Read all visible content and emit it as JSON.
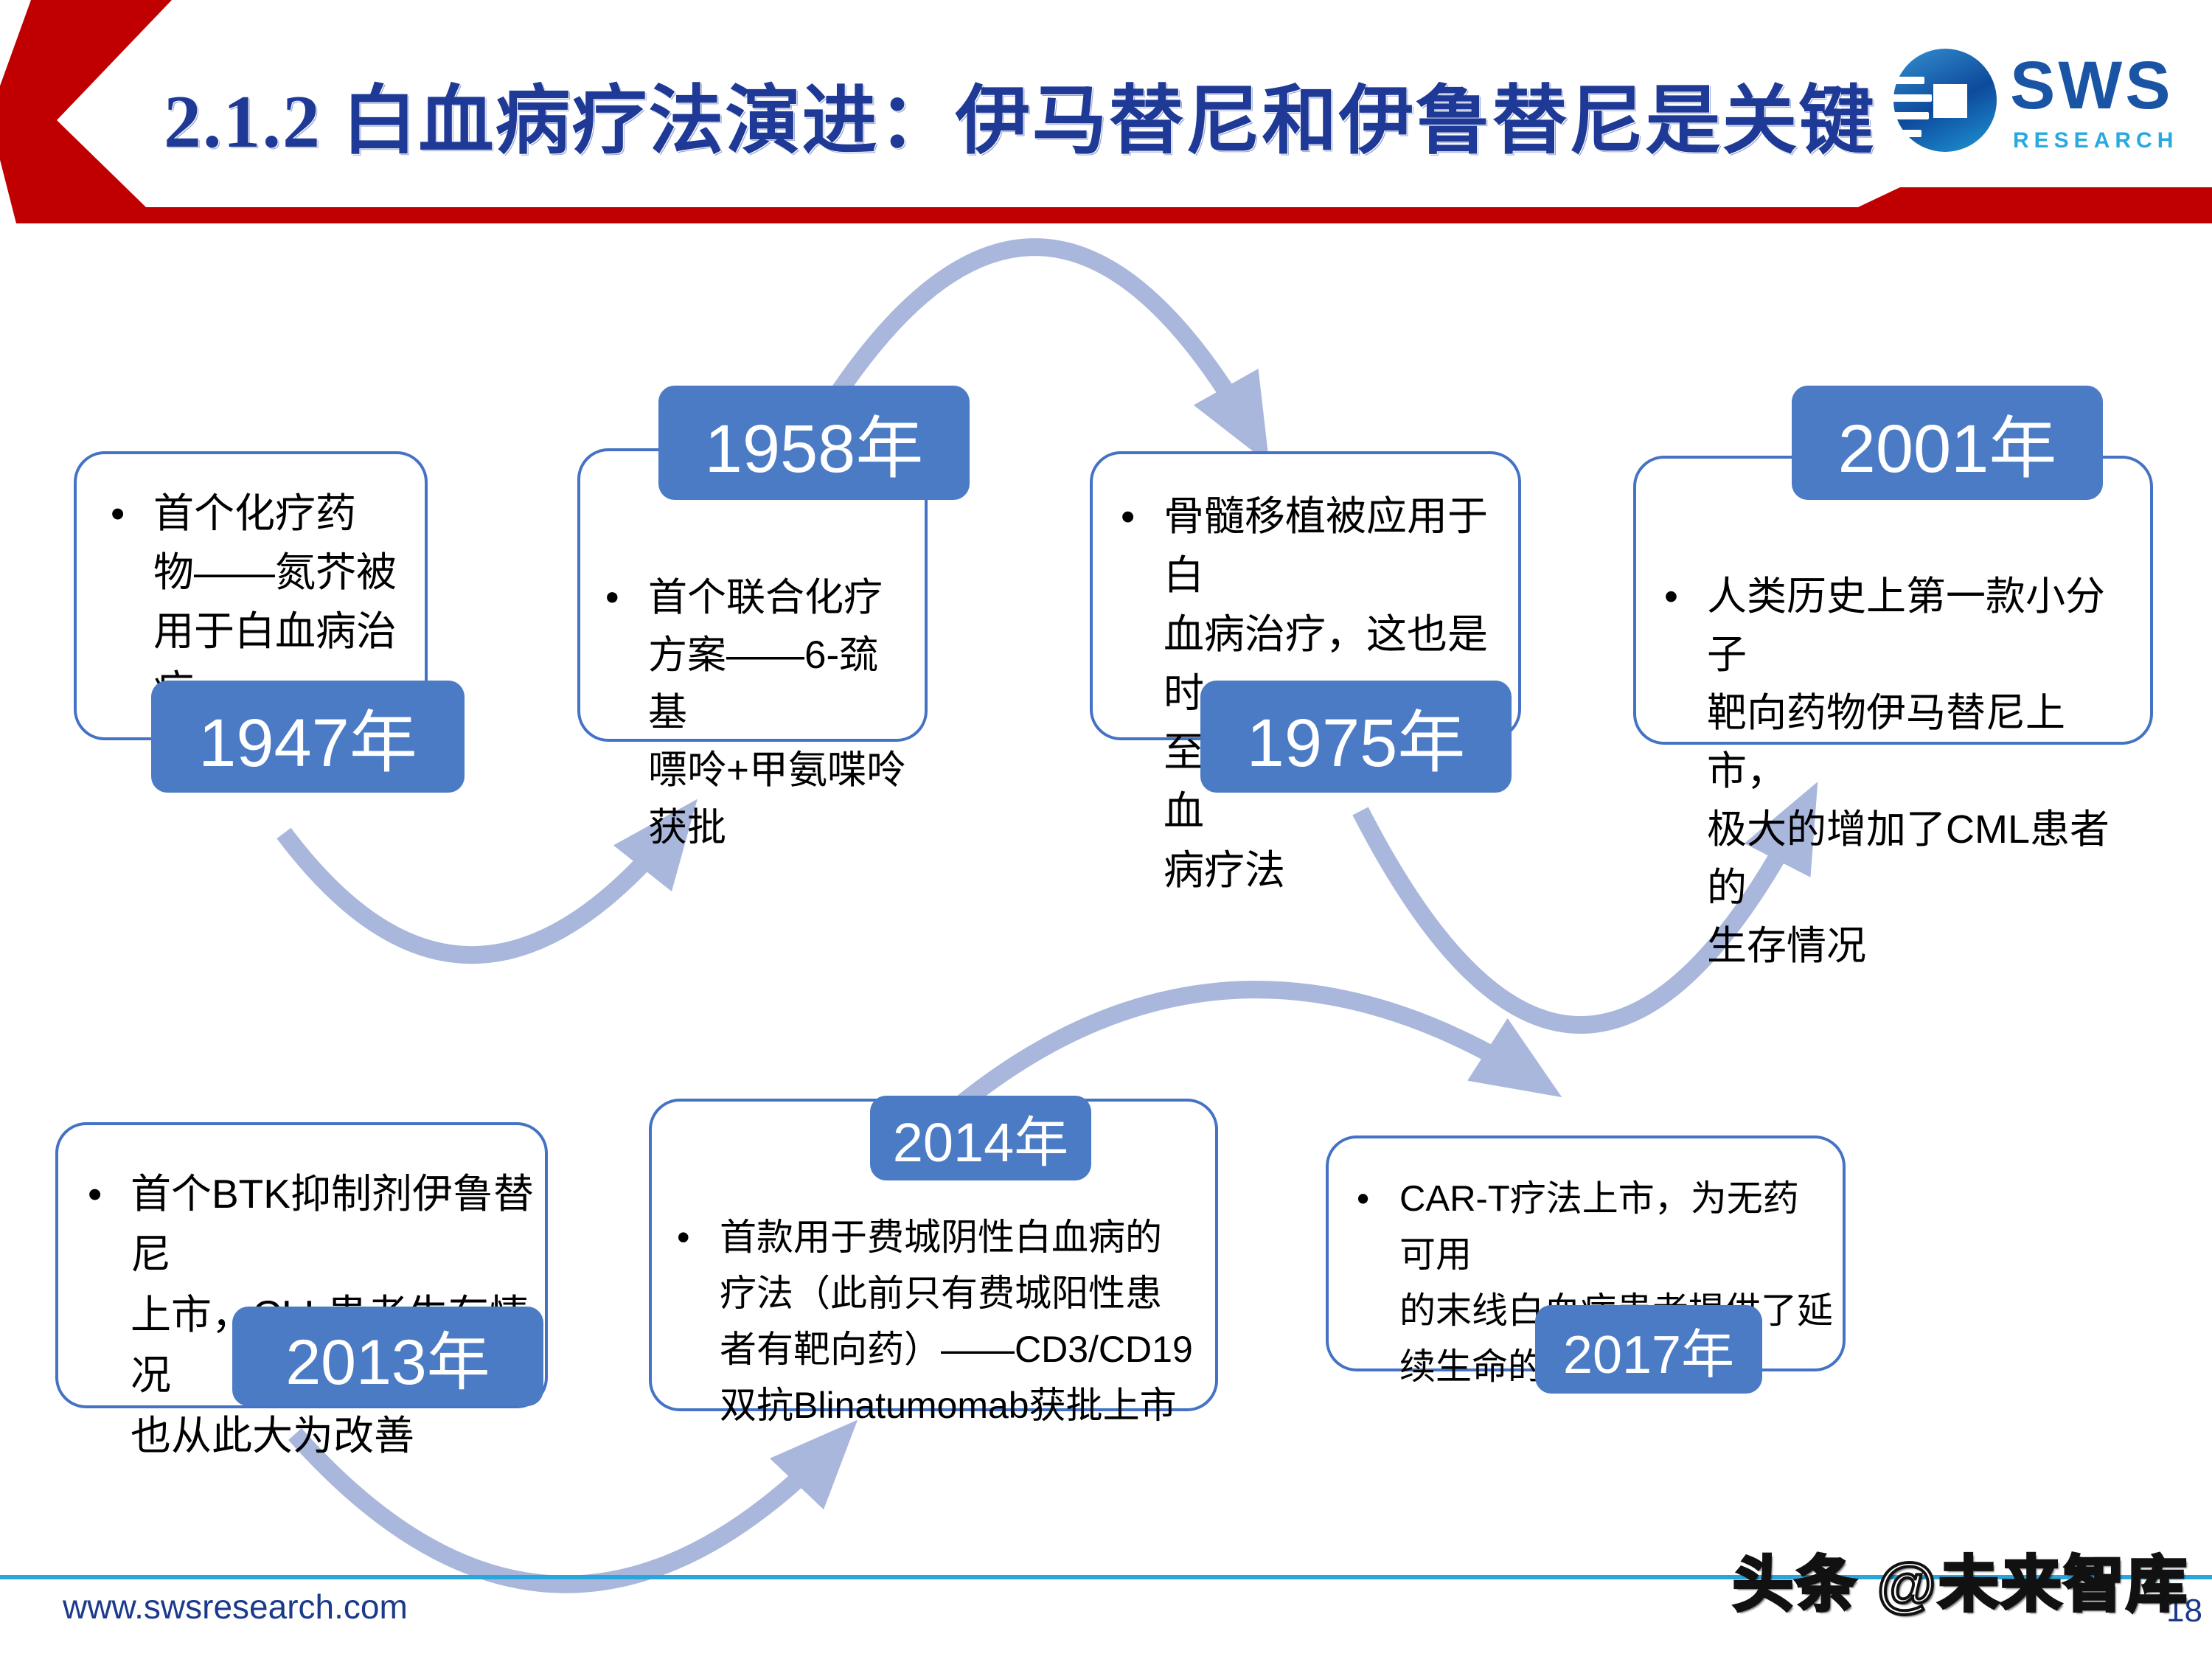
{
  "slide": {
    "title": "2.1.2 白血病疗法演进：伊马替尼和伊鲁替尼是关键",
    "logo": {
      "name": "SWS",
      "sub": "RESEARCH"
    },
    "bullet": "•",
    "footer": {
      "url": "www.swsresearch.com",
      "page": "18",
      "watermark": "头条 @未来智库"
    },
    "colors": {
      "accent_red": "#C00000",
      "title_navy": "#1E3A96",
      "box_border_blue": "#4472C4",
      "year_fill_blue": "#4A7BC4",
      "arrow_periwinkle": "#A9B7DC",
      "footer_cyan": "#2AA5DC",
      "footer_navy": "#1B3A8C",
      "logo_blue": "#1A55A5",
      "logo_lightblue": "#29A9E0"
    }
  },
  "timeline": {
    "events": [
      {
        "year": "1947年",
        "text": "首个化疗药\n物——氮芥被\n用于白血病治\n疗"
      },
      {
        "year": "1958年",
        "text": "首个联合化疗\n方案——6-巯基\n嘌呤+甲氨喋呤\n获批"
      },
      {
        "year": "1975年",
        "text": "骨髓移植被应用于白\n血病治疗，这也是时\n至今日最有效的白血\n病疗法"
      },
      {
        "year": "2001年",
        "text": "人类历史上第一款小分子\n靶向药物伊马替尼上市，\n极大的增加了CML患者的\n生存情况"
      },
      {
        "year": "2013年",
        "text": "首个BTK抑制剂伊鲁替尼\n上市，CLL患者生存情况\n也从此大为改善"
      },
      {
        "year": "2014年",
        "text": "首款用于费城阴性白血病的\n疗法（此前只有费城阳性患\n者有靶向药）——CD3/CD19\n双抗Blinatumomab获批上市"
      },
      {
        "year": "2017年",
        "text": "CAR-T疗法上市，为无药可用\n的末线白血病患者提供了延\n续生命的优秀疗法"
      }
    ]
  }
}
